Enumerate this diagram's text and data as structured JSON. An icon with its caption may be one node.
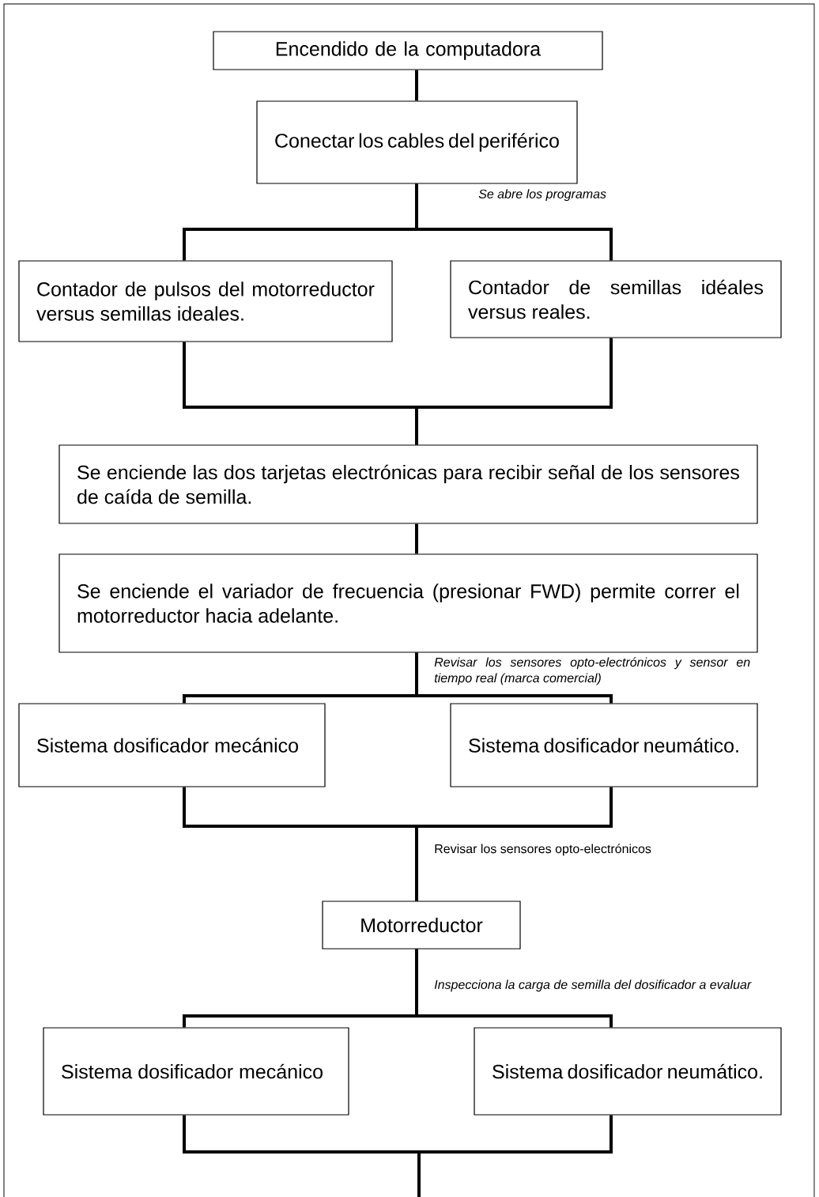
{
  "diagram": {
    "nodes": [
      {
        "text": [
          "Encendido de la computadora"
        ]
      },
      {
        "text": [
          "Conectar los cables del periférico"
        ]
      },
      {
        "text": [
          "Contador de pulsos del motorreductor versus semillas ideales."
        ]
      },
      {
        "text": [
          "Contador de semillas idéales versus reales."
        ]
      },
      {
        "text": [
          "Se enciende las dos tarjetas electrónicas para recibir señal de los sensores de caída de semilla."
        ]
      },
      {
        "text": [
          "Se enciende el variador de frecuencia (presionar FWD) permite correr el motorreductor hacia adelante."
        ]
      },
      {
        "text": [
          "Sistema dosificador mecánico"
        ]
      },
      {
        "text": [
          "Sistema dosificador neumático."
        ]
      },
      {
        "text": [
          "Motorreductor"
        ]
      },
      {
        "text": [
          "Sistema dosificador mecánico"
        ]
      },
      {
        "text": [
          "Sistema dosificador neumático."
        ]
      }
    ],
    "edges": [
      {
        "from": 0,
        "to": 1,
        "arrow": "none"
      },
      {
        "from": 1,
        "to": 2,
        "arrow": "none",
        "label": "Se abre los programas"
      },
      {
        "from": 1,
        "to": 3,
        "arrow": "none"
      },
      {
        "from": 2,
        "to": 4,
        "arrow": "none"
      },
      {
        "from": 3,
        "to": 4,
        "arrow": "none"
      },
      {
        "from": 4,
        "to": 5,
        "arrow": "none"
      },
      {
        "from": 5,
        "to": 6,
        "arrow": "none",
        "label": "Revisar los sensores opto-electrónicos y sensor en tiempo real (marca comercial)"
      },
      {
        "from": 5,
        "to": 7,
        "arrow": "none"
      },
      {
        "from": 6,
        "to": 8,
        "arrow": "none",
        "label": "Revisar los sensores opto-electrónicos"
      },
      {
        "from": 7,
        "to": 8,
        "arrow": "none"
      },
      {
        "from": 8,
        "to": 9,
        "arrow": "none",
        "label": "Inspecciona la carga de semilla del dosificador a evaluar"
      },
      {
        "from": 8,
        "to": 10,
        "arrow": "none"
      },
      {
        "from": 9,
        "to": null,
        "arrow": "none"
      },
      {
        "from": 10,
        "to": null,
        "arrow": "none"
      }
    ]
  }
}
